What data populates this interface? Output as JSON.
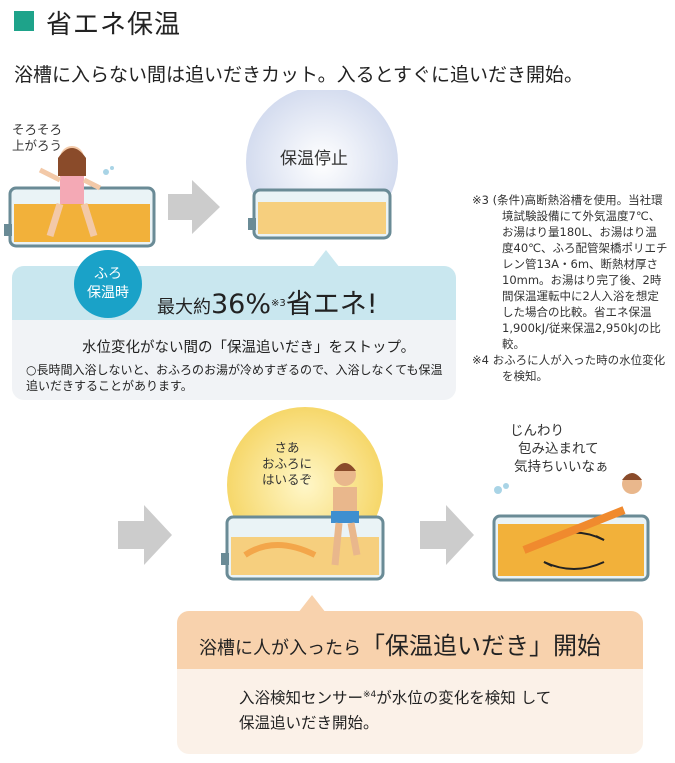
{
  "header": {
    "title": "省エネ保温",
    "lead": "浴槽に入らない間は追いだきカット。入るとすぐに追いだき開始。"
  },
  "scene1": {
    "speech": [
      "そろそろ",
      "上がろう"
    ],
    "stop_label": "保温停止"
  },
  "panel1": {
    "badge_line1": "ふろ",
    "badge_line2": "保温時",
    "headline_pre": "最大約",
    "headline_value": "36%",
    "headline_mark": "※3",
    "headline_post": "省エネ!",
    "line1": "水位変化がない間の「保温追いだき」をストップ。",
    "line2": "○長時間入浴しないと、おふろのお湯が冷めすぎるので、入浴しなくても保温追いだきすることがあります。"
  },
  "notes": {
    "note3": "※3 (条件)高断熱浴槽を使用。当社環境試験設備にて外気温度7℃、お湯はり量180L、お湯はり温度40℃、ふろ配管架橋ポリエチレン管13A・6m、断熱材厚さ10mm。お湯はり完了後、2時間保温運転中に2人入浴を想定した場合の比較。省エネ保温1,900kJ/従来保温2,950kJの比較。",
    "note4": "※4 おふろに人が入った時の水位変化を検知。"
  },
  "scene2": {
    "speech_enter": [
      "さあ",
      "おふろに",
      "はいるぞ"
    ],
    "speech_relax": [
      "じんわり",
      "包み込まれて",
      "気持ちいいなぁ"
    ]
  },
  "panel2": {
    "headline_pre": "浴槽に人が入ったら",
    "headline_main": "「保温追いだき」開始",
    "body_line1_pre": "入浴検知センサー",
    "body_line1_mark": "※4",
    "body_line1_post": "が水位の変化を検知 して",
    "body_line2": "保温追いだき開始。"
  },
  "colors": {
    "accent_green": "#1ea38a",
    "badge_blue": "#1aa2c8",
    "water_orange": "#f2b13a",
    "panel1_band": "#c9e7ef",
    "panel2_band": "#f8d2ad"
  }
}
